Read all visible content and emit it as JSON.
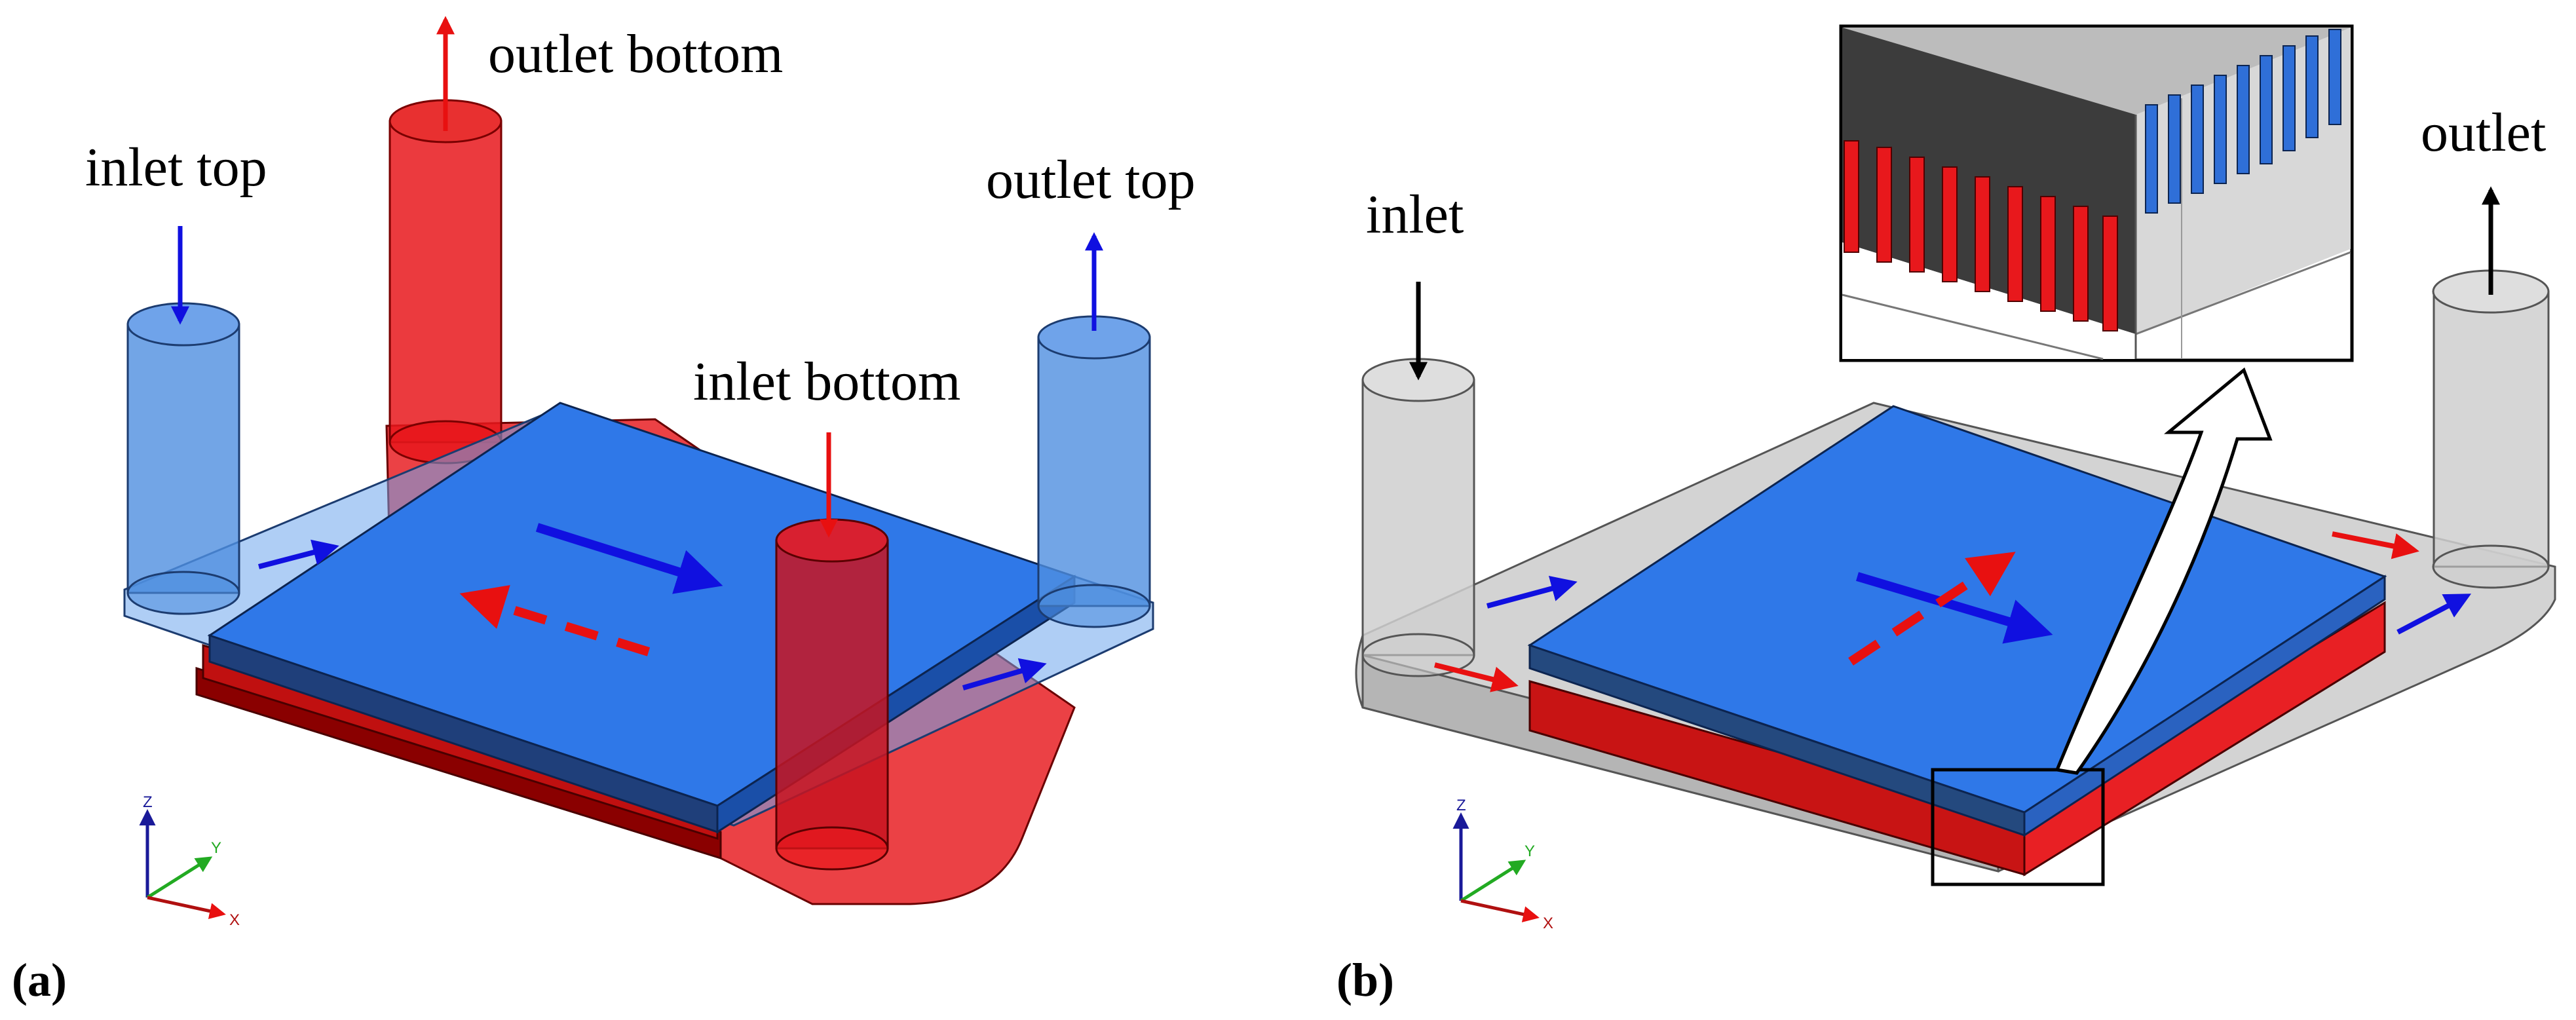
{
  "panel_a": {
    "caption": "(a)",
    "labels": {
      "inlet_top": "inlet top",
      "outlet_bottom": "outlet bottom",
      "outlet_top": "outlet top",
      "inlet_bottom": "inlet bottom"
    },
    "triad": {
      "z": "Z",
      "y": "Y",
      "x": "X"
    }
  },
  "panel_b": {
    "caption": "(b)",
    "labels": {
      "inlet": "inlet",
      "outlet": "outlet"
    },
    "triad": {
      "z": "Z",
      "y": "Y",
      "x": "X"
    }
  },
  "colors": {
    "top_fluid_blue": "#2f78e8",
    "bottom_fluid_red": "#e8181c",
    "flow_arrow_blue": "#1010e0",
    "flow_arrow_red": "#e81010",
    "manifold_grey": "#bdbdbd"
  }
}
